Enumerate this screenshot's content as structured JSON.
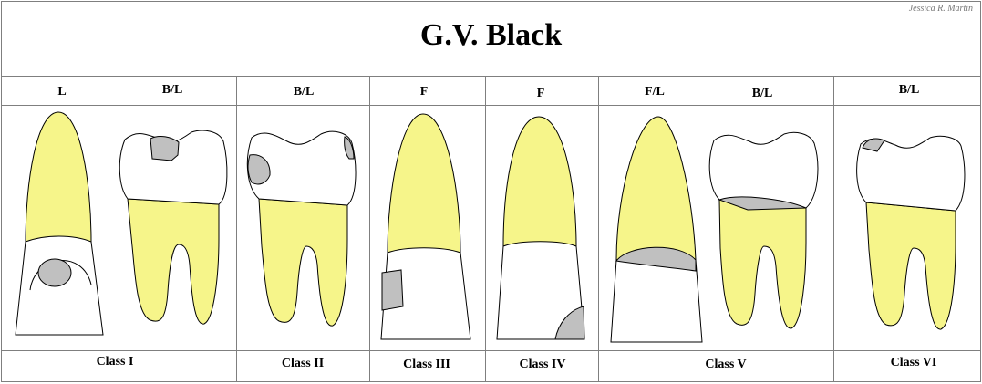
{
  "title": "G.V. Black",
  "author": "Jessica R. Martin",
  "view_labels": [
    "L",
    "B/L",
    "B/L",
    "F",
    "F",
    "F/L",
    "B/L",
    "B/L"
  ],
  "classes": [
    "Class I",
    "Class II",
    "Class III",
    "Class IV",
    "Class V",
    "Class VI"
  ],
  "colors": {
    "crown_root": "#f6f58a",
    "enamel": "#ffffff",
    "lesion": "#c0c0c0",
    "border": "#000000",
    "grid": "#7f7f7f"
  }
}
